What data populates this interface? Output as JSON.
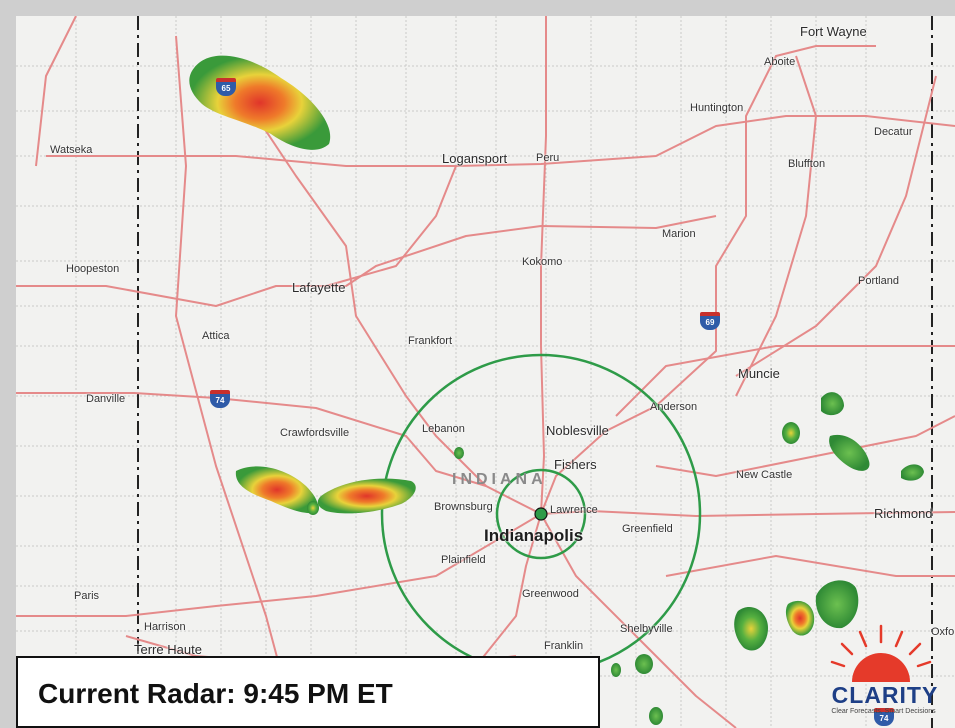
{
  "map": {
    "state_label": "INDIANA",
    "center_marker": "green-dot",
    "range_rings": 2,
    "cities": [
      {
        "name": "Fort Wayne"
      },
      {
        "name": "Aboite"
      },
      {
        "name": "Huntington"
      },
      {
        "name": "Decatur"
      },
      {
        "name": "Watseka"
      },
      {
        "name": "Logansport"
      },
      {
        "name": "Peru"
      },
      {
        "name": "Bluffton"
      },
      {
        "name": "Marion"
      },
      {
        "name": "Hoopeston"
      },
      {
        "name": "Kokomo"
      },
      {
        "name": "Lafayette"
      },
      {
        "name": "Portland"
      },
      {
        "name": "Attica"
      },
      {
        "name": "Frankfort"
      },
      {
        "name": "Muncie"
      },
      {
        "name": "Danville"
      },
      {
        "name": "Anderson"
      },
      {
        "name": "Crawfordsville"
      },
      {
        "name": "Lebanon"
      },
      {
        "name": "Noblesville"
      },
      {
        "name": "Fishers"
      },
      {
        "name": "New Castle"
      },
      {
        "name": "Brownsburg"
      },
      {
        "name": "Lawrence"
      },
      {
        "name": "Richmond"
      },
      {
        "name": "Indianapolis"
      },
      {
        "name": "Greenfield"
      },
      {
        "name": "Plainfield"
      },
      {
        "name": "Paris"
      },
      {
        "name": "Greenwood"
      },
      {
        "name": "Harrison"
      },
      {
        "name": "Shelbyville"
      },
      {
        "name": "Oxfo"
      },
      {
        "name": "Terre Haute"
      },
      {
        "name": "Franklin"
      }
    ],
    "interstates": [
      {
        "number": "65"
      },
      {
        "number": "69"
      },
      {
        "number": "74"
      },
      {
        "number": "74"
      }
    ]
  },
  "caption": {
    "text": "Current Radar: 9:45 PM ET"
  },
  "logo": {
    "word": "CLARITY",
    "tagline": "Clear Forecasts, Smart Decisions"
  },
  "colors": {
    "ring": "#2e9b48",
    "road": "#e58a8a",
    "radar_green": "#3a9a3a",
    "radar_yellow": "#e8d23a",
    "radar_red": "#e0352a",
    "logo_blue": "#1e3f86",
    "logo_red": "#e53a2a"
  }
}
